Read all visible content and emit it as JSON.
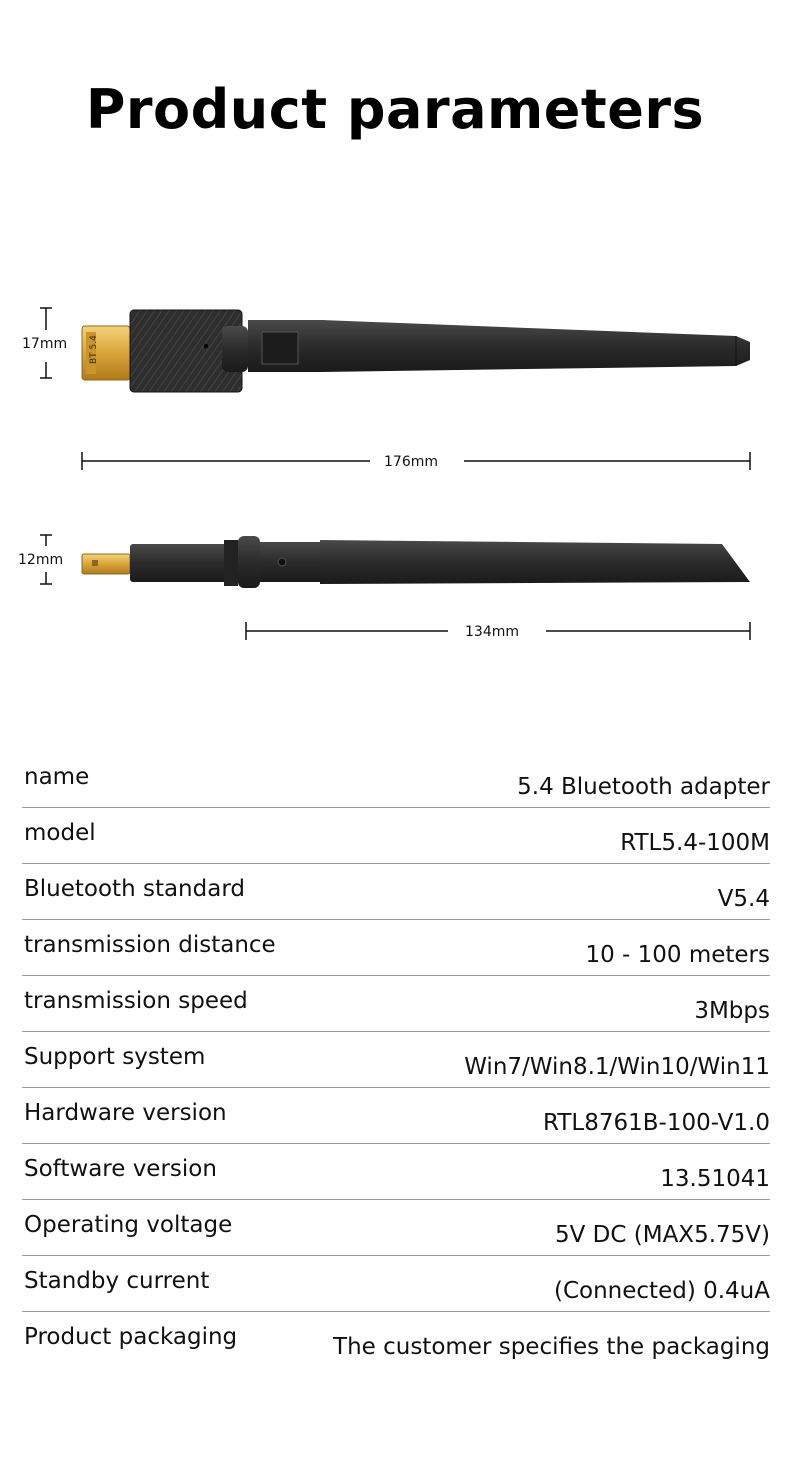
{
  "title": "Product parameters",
  "dimensions": {
    "top_height": "17mm",
    "top_length": "176mm",
    "side_height": "12mm",
    "side_length": "134mm"
  },
  "adapter_label": "BT 5.4",
  "specs": [
    {
      "key": "name",
      "value": "5.4 Bluetooth adapter"
    },
    {
      "key": "model",
      "value": "RTL5.4-100M"
    },
    {
      "key": "Bluetooth standard",
      "value": "V5.4"
    },
    {
      "key": "transmission distance",
      "value": "10 - 100 meters"
    },
    {
      "key": "transmission speed",
      "value": "3Mbps"
    },
    {
      "key": "Support system",
      "value": "Win7/Win8.1/Win10/Win11"
    },
    {
      "key": "Hardware version",
      "value": "RTL8761B-100-V1.0"
    },
    {
      "key": "Software version",
      "value": "13.51041"
    },
    {
      "key": "Operating voltage",
      "value": "5V DC (MAX5.75V)"
    },
    {
      "key": "Standby current",
      "value": "(Connected) 0.4uA"
    },
    {
      "key": "Product packaging",
      "value": "The customer specifies the packaging"
    }
  ]
}
